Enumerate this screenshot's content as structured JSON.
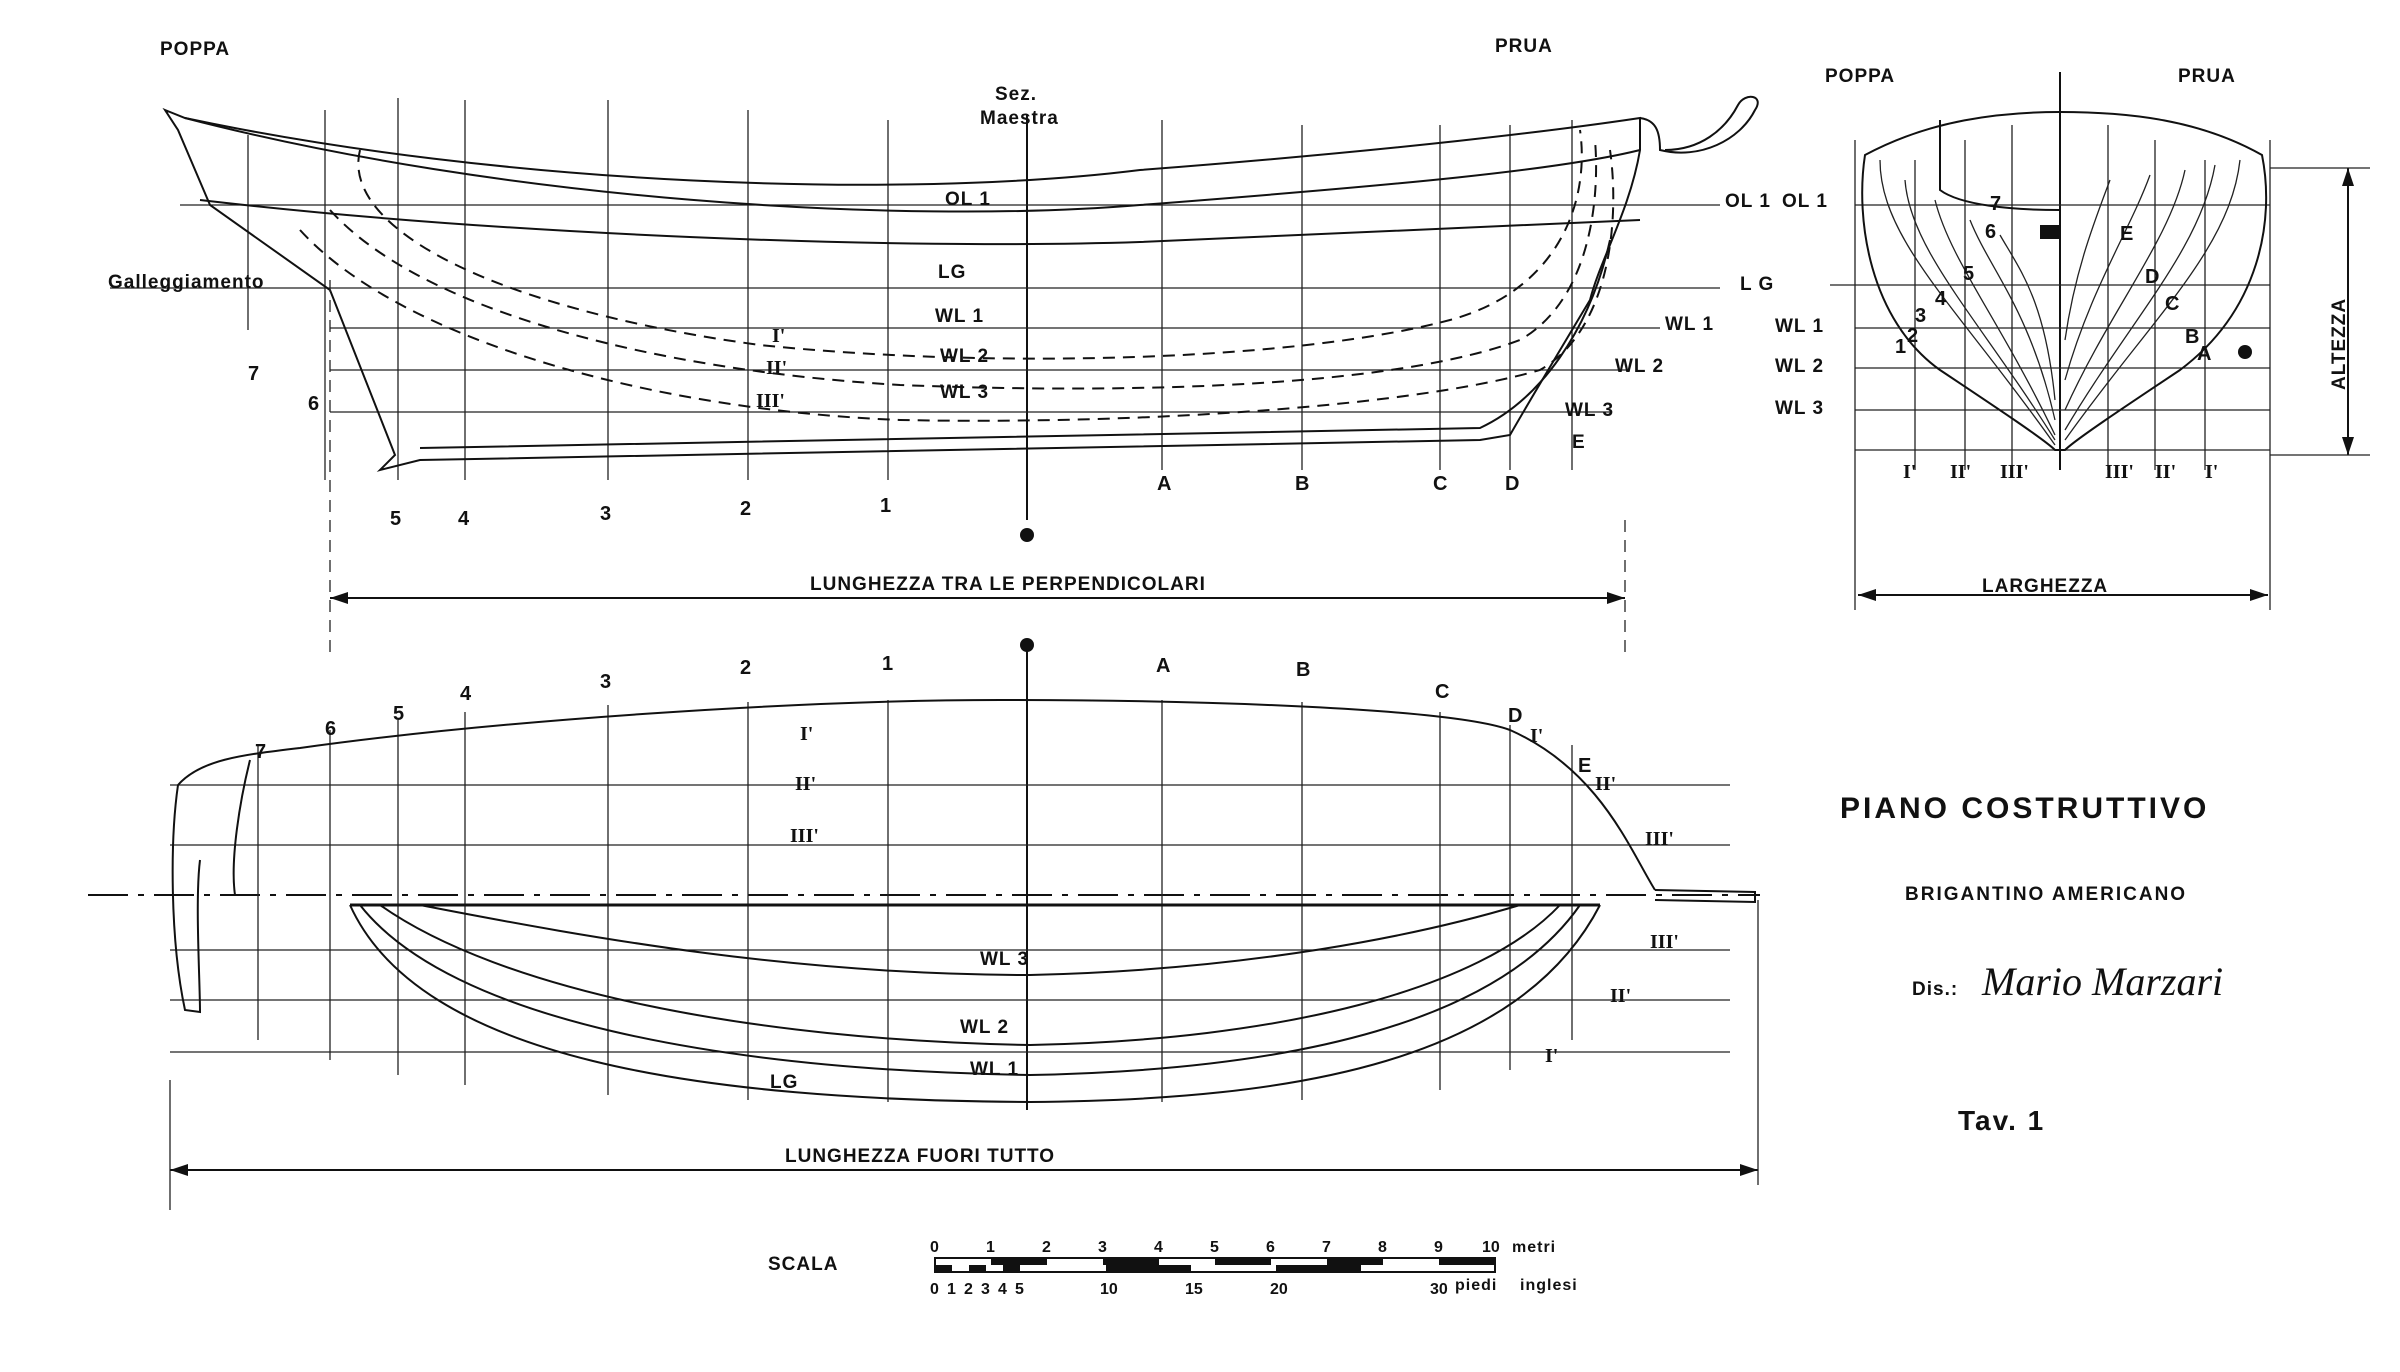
{
  "profile": {
    "stern_label": "POPPA",
    "bow_label": "PRUA",
    "midship_label_1": "Sez.",
    "midship_label_2": "Maestra",
    "waterline_label": "Galleggiamento",
    "lines": [
      "OL 1",
      "LG",
      "WL 1",
      "WL 2",
      "WL 3"
    ],
    "buttocks": [
      "I'",
      "II'",
      "III'"
    ],
    "right_lines": [
      "OL 1",
      "L G",
      "WL 1",
      "WL 2",
      "WL 3",
      "E"
    ],
    "aft_stations": [
      "7",
      "6",
      "5",
      "4",
      "3",
      "2",
      "1"
    ],
    "fwd_stations": [
      "A",
      "B",
      "C",
      "D"
    ],
    "length_label": "LUNGHEZZA   TRA   LE   PERPENDICOLARI"
  },
  "body_plan": {
    "stern_label": "POPPA",
    "bow_label": "PRUA",
    "height_label": "ALTEZZA",
    "width_label": "LARGHEZZA",
    "left_lines": [
      "OL 1",
      "WL 1",
      "WL 2",
      "WL 3"
    ],
    "aft_sections": [
      "7",
      "6",
      "5",
      "4",
      "3",
      "2",
      "1"
    ],
    "fwd_sections": [
      "E",
      "D",
      "C",
      "B",
      "A"
    ],
    "buttocks_aft": [
      "I'",
      "II'",
      "III'"
    ],
    "buttocks_fwd": [
      "III'",
      "II'",
      "I'"
    ]
  },
  "half_breadth": {
    "aft_stations": [
      "7",
      "6",
      "5",
      "4",
      "3",
      "2",
      "1"
    ],
    "fwd_stations": [
      "A",
      "B",
      "C",
      "D",
      "E"
    ],
    "buttocks": [
      "I'",
      "II'",
      "III'"
    ],
    "lines": [
      "WL 3",
      "WL 2",
      "WL 1",
      "LG"
    ],
    "length_label": "LUNGHEZZA   FUORI   TUTTO"
  },
  "title_block": {
    "title": "PIANO   COSTRUTTIVO",
    "subtitle": "BRIGANTINO   AMERICANO",
    "drawn_by_label": "Dis.:",
    "signature": "Mario Marzari",
    "plate": "Tav.   1"
  },
  "scale_bar": {
    "label": "SCALA",
    "metric_ticks": [
      "0",
      "1",
      "2",
      "3",
      "4",
      "5",
      "6",
      "7",
      "8",
      "9",
      "10"
    ],
    "metric_unit": "metri",
    "imperial_ticks": [
      "0",
      "1",
      "2",
      "3",
      "4",
      "5",
      "10",
      "15",
      "20",
      "30"
    ],
    "imperial_unit_1": "piedi",
    "imperial_unit_2": "inglesi"
  }
}
